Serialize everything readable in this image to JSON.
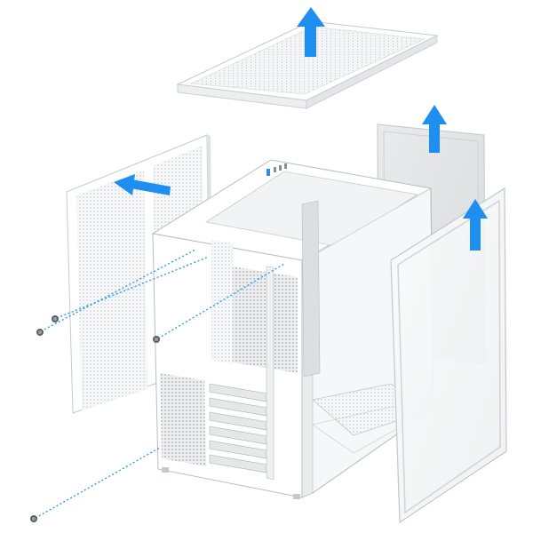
{
  "diagram": {
    "parts": [
      {
        "id": "top-panel",
        "action": "remove-upward"
      },
      {
        "id": "left-side-panel",
        "action": "remove-leftward"
      },
      {
        "id": "rear-dust-filter",
        "action": "remove-upward"
      },
      {
        "id": "glass-side-panel",
        "action": "remove-upward"
      },
      {
        "id": "chassis-frame",
        "action": "static"
      },
      {
        "id": "thumb-screws",
        "count": 4
      }
    ],
    "colors": {
      "arrow": "#1f8ef1",
      "screw_line": "#2f9be8",
      "panel_fill": "#f7f8f9",
      "panel_edge": "#c9ccd0",
      "mesh": "#d9dcdf",
      "glass": "#f3f4f5",
      "filter": "#e2e4e6",
      "chassis_edge": "#b9bdc2"
    }
  }
}
